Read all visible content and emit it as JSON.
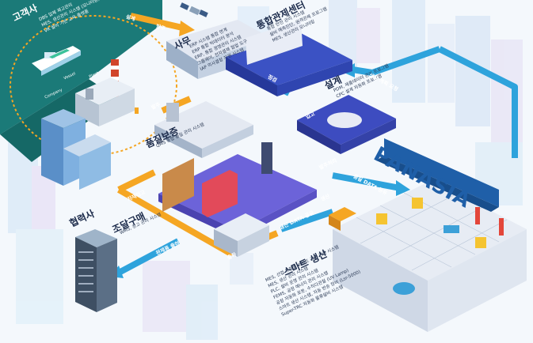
{
  "labels": {
    "customer": "고객사",
    "customer_list": [
      "DBS 입체 재고관리",
      "MES, 생산관리 시스템 (모니터링)",
      "VR 설비 기반 교육 플랫폼"
    ],
    "ship": "Vessel",
    "plant": "Plant",
    "company": "Company",
    "order_tag": "발주",
    "design_tag": "설계",
    "office": "사무",
    "office_list": [
      "ERP 시스템 통합 연계",
      "ERP 통합 빅데이터 분석",
      "ERP, 통합 경영관리 시스템",
      "그룹웨어, 전자결재 협업 도구",
      "IAP 의사결정 지원 시스템"
    ],
    "control": "통합관제센터",
    "control_list": [
      "통합 안전 관리 시스템",
      "설비 예측진단, 원격관제 프로그램",
      "MES, 생산관리 모니터링"
    ],
    "design": "설계",
    "design_list": [
      "PDM, 제품데이터 관리 프로그램",
      "CPC 설계 자동화 프로그램"
    ],
    "quality": "품질보증",
    "quality_list": [
      "QMS 통합 품질 관리 시스템"
    ],
    "procurement": "조달구매",
    "procurement_list": [
      "WMS, 창고 관리 시스템"
    ],
    "partner": "협력사",
    "smart": "스마트 생산",
    "smart_list": [
      "MES, 산업 유형별 스마트 공장 관련 시스템",
      "MES, 생산 관리 시스템",
      "PLC, 설비 운영 관리 시스템",
      "FEMS, 공정 에너지 관리 시스템",
      "공정 자동화 로봇, 수직다관절 (UV Lamp)",
      "스마트 생산 시스템, 자동 반송 장비 (Lsr-5000)",
      "Super-TRC 자동화 물류설비 시스템"
    ],
    "brand": "PANASIA",
    "tags": {
      "production_plan": "생산 계획 요청",
      "shipping": "완제품 출하",
      "inspect": "점검",
      "purchase": "발주",
      "receive": "입고",
      "order_placed": "발주처리",
      "material_in": "자재입고",
      "production_data": "생산 DATA 공유",
      "quality_data": "품질 DATA 공유",
      "shipment": "출하",
      "production": "생산"
    }
  },
  "colors": {
    "flow_orange": "#f5a623",
    "flow_blue": "#2ea3dc",
    "flow_navy": "#1f5fa8",
    "customer_teal": "#1b7a78",
    "floor_purple": "#6c63d9",
    "building_blue": "#5aa0d8"
  }
}
